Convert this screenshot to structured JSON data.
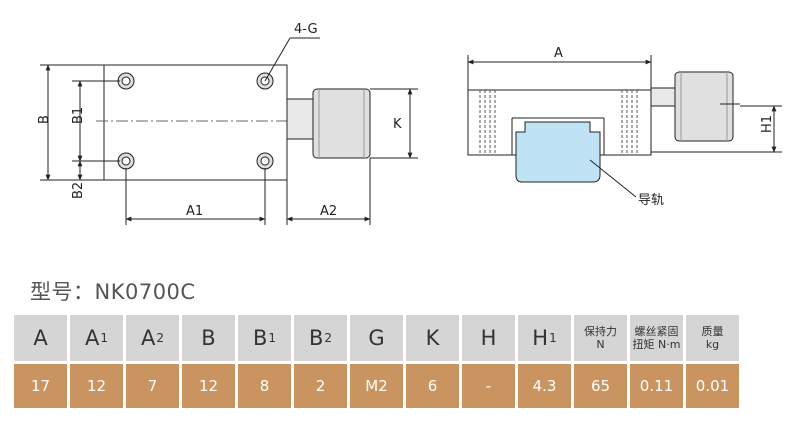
{
  "drawing": {
    "labels": {
      "hole_callout": "4-G",
      "B": "B",
      "B1": "B1",
      "B2": "B2",
      "A1": "A1",
      "A2": "A2",
      "K": "K",
      "A": "A",
      "H1": "H1",
      "rail": "导轨"
    }
  },
  "model": {
    "label": "型号：NK0700C"
  },
  "table": {
    "headers": [
      {
        "main": "A",
        "sub": ""
      },
      {
        "main": "A",
        "sub": "1"
      },
      {
        "main": "A",
        "sub": "2"
      },
      {
        "main": "B",
        "sub": ""
      },
      {
        "main": "B",
        "sub": "1"
      },
      {
        "main": "B",
        "sub": "2"
      },
      {
        "main": "G",
        "sub": ""
      },
      {
        "main": "K",
        "sub": ""
      },
      {
        "main": "H",
        "sub": ""
      },
      {
        "main": "H",
        "sub": "1"
      },
      {
        "line1": "保持力",
        "line2": "N"
      },
      {
        "line1": "螺丝紧固",
        "line2": "扭矩 N·m"
      },
      {
        "line1": "质量",
        "line2": "kg"
      }
    ],
    "values": [
      "17",
      "12",
      "7",
      "12",
      "8",
      "2",
      "M2",
      "6",
      "-",
      "4.3",
      "65",
      "0.11",
      "0.01"
    ]
  },
  "colors": {
    "header_bg": "#d5d5d5",
    "value_bg": "#c9945f",
    "rail_fill": "#bfe3f5"
  }
}
